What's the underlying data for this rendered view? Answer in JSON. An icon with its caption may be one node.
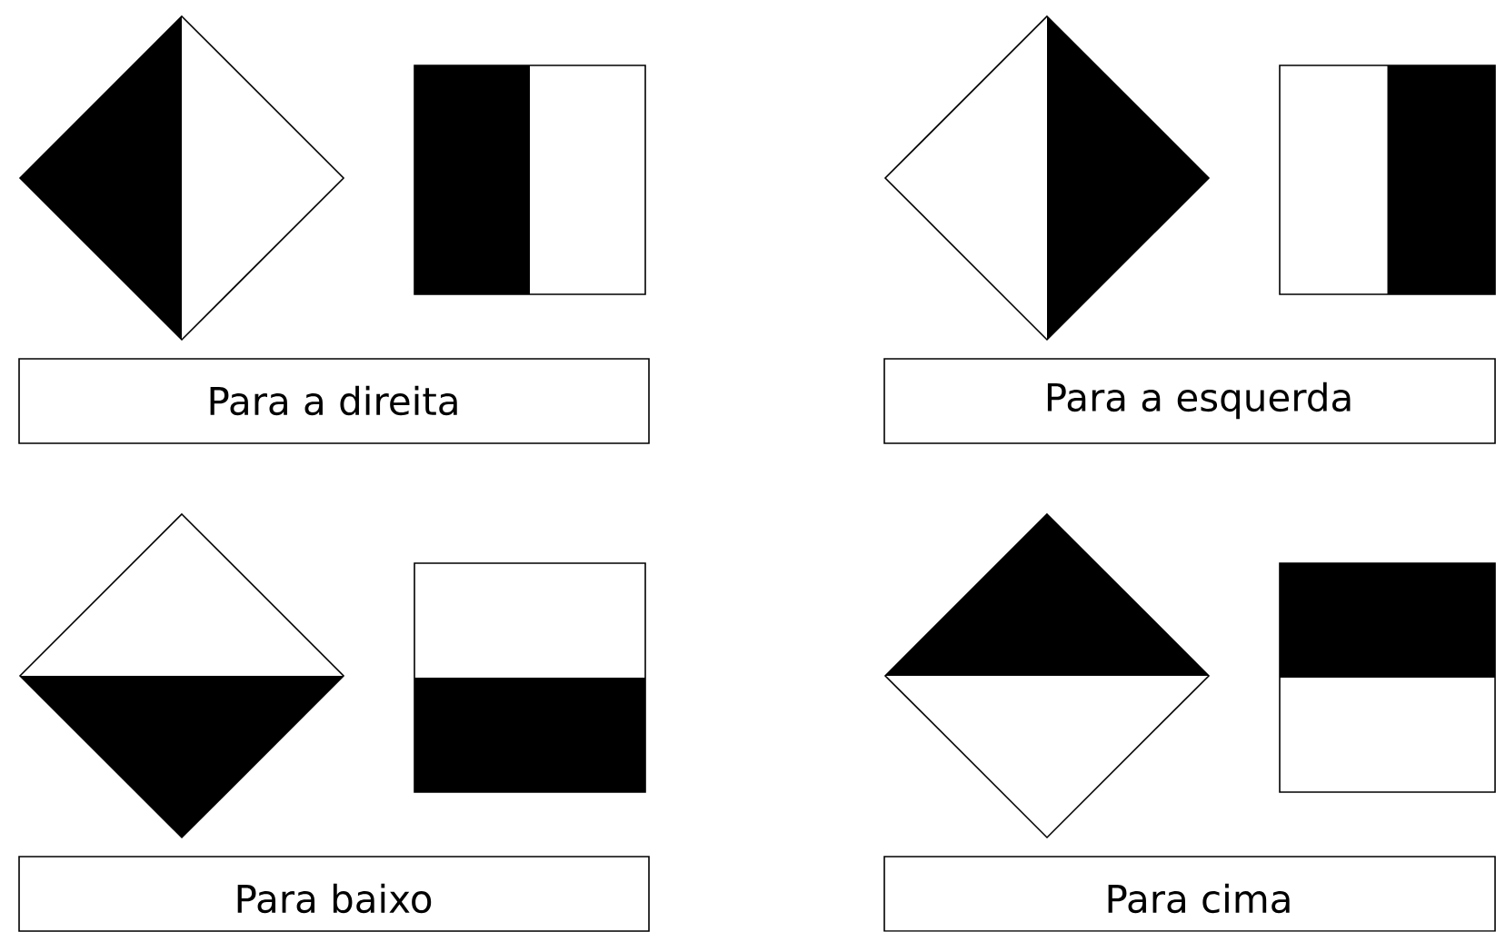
{
  "diagram": {
    "nodes": [
      {
        "text": [
          "Para a direita"
        ]
      },
      {
        "text": [
          "Para a esquerda"
        ]
      },
      {
        "text": [
          "Para baixo"
        ]
      },
      {
        "text": [
          "Para cima"
        ]
      }
    ]
  }
}
